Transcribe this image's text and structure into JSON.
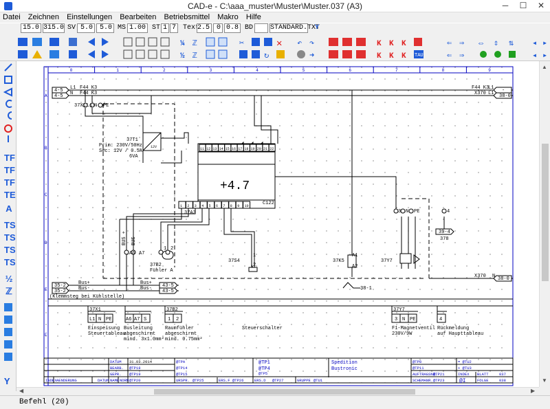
{
  "window": {
    "title": "CAD-e - C:\\aaa_muster\\Muster\\Muster.037 (A3)"
  },
  "menu": [
    "Datei",
    "Zeichnen",
    "Einstellungen",
    "Bearbeiten",
    "Betriebsmittel",
    "Makro",
    "Hilfe"
  ],
  "params": {
    "v1": "15.0",
    "v2": "315.0",
    "sv_label": "SV",
    "sv1": "5.0",
    "sv2": "5.0",
    "ms_label": "MS",
    "ms": "1.00",
    "st_label": "ST",
    "st1": "1",
    "st2": "7",
    "text_label": "Text",
    "t1": "2.5",
    "t2": "0",
    "t3": "0.8",
    "bd_label": "BD",
    "bd": "",
    "font": "STANDARD.TXT"
  },
  "left_tools": [
    "TF",
    "TF",
    "TF",
    "TE",
    "A",
    "TS",
    "TS",
    "TS",
    "TS",
    "½",
    "ℤ"
  ],
  "status": {
    "command": "Befehl (20)"
  },
  "drawing": {
    "columns": [
      "0",
      "1",
      "2",
      "3",
      "4",
      "5",
      "6",
      "7",
      "8",
      "9"
    ],
    "rows": [
      "A",
      "B",
      "C",
      "D",
      "E",
      "F"
    ],
    "wires": {
      "l1_ref": "4-5",
      "l1": "L1",
      "l1_fuse": "F44 K3",
      "n_ref": "4-5",
      "n": "N",
      "n_fuse": "F44 K3",
      "r_l1_fuse": "F44 K3",
      "r_l1": "L1",
      "r_l1_ref": "-",
      "r_n_fuse": "X370",
      "r_n": "L1",
      "r_n_ref": "38-0",
      "x370_n": "X370",
      "n_label": "N",
      "n_bottom_ref": "38-0",
      "bus_ref1": "35-2",
      "bus_ref2": "35-2",
      "bus1": "Bus+",
      "bus2": "Bus-",
      "bus_right1": "Bus+",
      "bus_right2": "Bus-",
      "bus_rref1": "43-5",
      "bus_rref2": "43-5",
      "klemm_note": "(Klemmsteg bei Kühlstelle)"
    },
    "terminals_top": {
      "id": "37X1",
      "l1": "L1",
      "n": "N",
      "pe": "PE"
    },
    "transformer": {
      "id": "37T1",
      "prim": "Prim: 230V/50Hz",
      "sec": "Sec: 12V / 0.5A",
      "va": "6VA",
      "label12": "12V"
    },
    "module": {
      "title": "+4.7",
      "code": "C122",
      "id": "37A3",
      "top_pins": [
        "11",
        "12",
        "13",
        "14",
        "15",
        "16",
        "17",
        "18",
        "19",
        "20",
        "21",
        "22"
      ],
      "bottom_pins": [
        "1",
        "2",
        "3",
        "4",
        "5",
        "6",
        "7",
        "8",
        "9",
        "10"
      ]
    },
    "bus_labels": {
      "a": "BUS +",
      "b": "BUS -",
      "a6": "A6",
      "a7": "A7"
    },
    "sensor": {
      "id": "37B2",
      "label": "Fühler A",
      "p1": "1",
      "p2": "2"
    },
    "switch": {
      "id": "37S4",
      "p1": "1",
      "p2": "2"
    },
    "relay": {
      "id": "37K5",
      "a1": "A1",
      "a2": "A2",
      "ref": "38-1"
    },
    "valve": {
      "id": "37Y7",
      "t3": "3",
      "tn": "N",
      "tpe": "PE",
      "t4": "4",
      "ref": "39-4",
      "ref2": "378"
    },
    "legend": [
      {
        "id": "37X1",
        "pins": [
          "L1",
          "N",
          "PE"
        ],
        "desc1": "Einspeisung",
        "desc2": "Steuertableau"
      },
      {
        "id": "",
        "pins": [
          "A6",
          "A7",
          "S"
        ],
        "desc1": "Busleitung",
        "desc2": "abgeschirmt",
        "desc3": "mind. 3x1.0mm²"
      },
      {
        "id": "37B2",
        "pins": [
          "1",
          "2"
        ],
        "desc1": "Raumfühler",
        "desc2": "abgeschirmt",
        "desc3": "mind. 0.75mm²"
      },
      {
        "id": "",
        "pins": [],
        "desc1": "Steuerschalter",
        "desc2": ""
      },
      {
        "id": "37Y7",
        "pins": [
          "3",
          "N",
          "PE"
        ],
        "desc1": "F1-Magnetventil",
        "desc2": "230V/9W"
      },
      {
        "id": "",
        "pins": [
          "4"
        ],
        "desc1": "Rückmeldung",
        "desc2": "auf Haupttableau"
      }
    ],
    "titleblock": {
      "datum_label": "DATUM",
      "datum": "31.03.2014",
      "tpa": "@TPA",
      "bearb_label": "BEARB.",
      "tp18": "@TP18",
      "tp14": "@TP14",
      "gepr_label": "GEPR.",
      "tp19": "@TP19",
      "tp15": "@TP15",
      "norm_label": "NORM",
      "tp20": "@TP20",
      "ursp_label": "URSPR.",
      "tp25": "@TP25",
      "ers_f_label": "ERS.F",
      "tp26": "@TP26",
      "ers_d_label": "ERS.D",
      "tp27": "@TP27",
      "gruppe_label": "GRUPPE",
      "tu1": "@TU1",
      "tp1": "@TP1",
      "tp4": "@TP4",
      "tp5": "@TP5",
      "company1": "Spedition",
      "company2": "Bustronic",
      "tp8": "@TP8",
      "tp11": "@TP11",
      "auftr_label": "AUFTRAGSNR.",
      "tp21": "@TP21",
      "schema_label": "SCHEMANR.",
      "tp23": "@TP23",
      "tu2": "= @TU2",
      "tu3": "+ @TU3",
      "index_label": "INDEX",
      "blatt_label": "BLATT",
      "blatt": "037",
      "i_label": "@I",
      "folge_label": "FOLGE",
      "folge": "038",
      "idx_head": "INDEX",
      "aend_head": "AENDERUNG",
      "datum_head": "DATUM",
      "name_head": "NAME"
    }
  }
}
